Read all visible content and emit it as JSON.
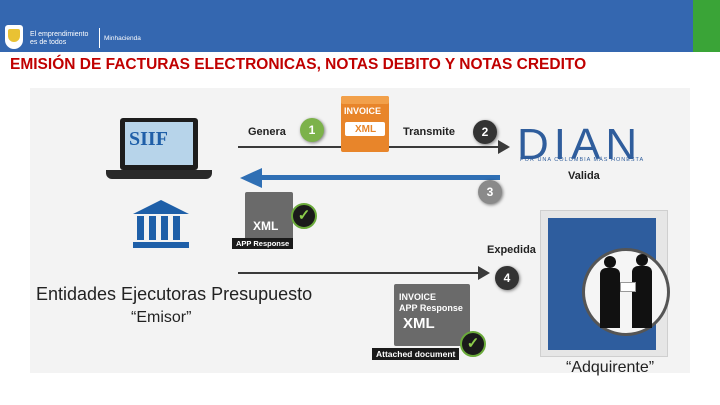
{
  "header": {
    "brand_text": "El emprendimiento es de todos",
    "ministry_text": "Minhacienda",
    "colors": {
      "bar": "#3467b0",
      "accent": "#3aa437"
    }
  },
  "title": "EMISIÓN DE FACTURAS ELECTRONICAS, NOTAS DEBITO Y NOTAS CREDITO",
  "diagram": {
    "siif_logo": "SIIF",
    "steps": [
      {
        "number": "1",
        "label": "Genera"
      },
      {
        "number": "2",
        "label": "Transmite"
      },
      {
        "number": "3",
        "label": ""
      },
      {
        "number": "4",
        "label": "Expedida"
      }
    ],
    "invoice_doc": {
      "tag": "INVOICE",
      "format": "XML"
    },
    "response_doc": {
      "format": "XML",
      "caption": "APP Response"
    },
    "attached_doc": {
      "tag": "INVOICE",
      "subtag": "APP Response",
      "format": "XML",
      "caption": "Attached document"
    },
    "dian": {
      "logo": "DIAN",
      "tagline": "POR UNA COLOMBIA MÁS HONESTA",
      "status": "Valida"
    },
    "emisor": {
      "name": "Entidades Ejecutoras Presupuesto",
      "role": "“Emisor”"
    },
    "adquirente": {
      "role": "“Adquirente”"
    }
  }
}
